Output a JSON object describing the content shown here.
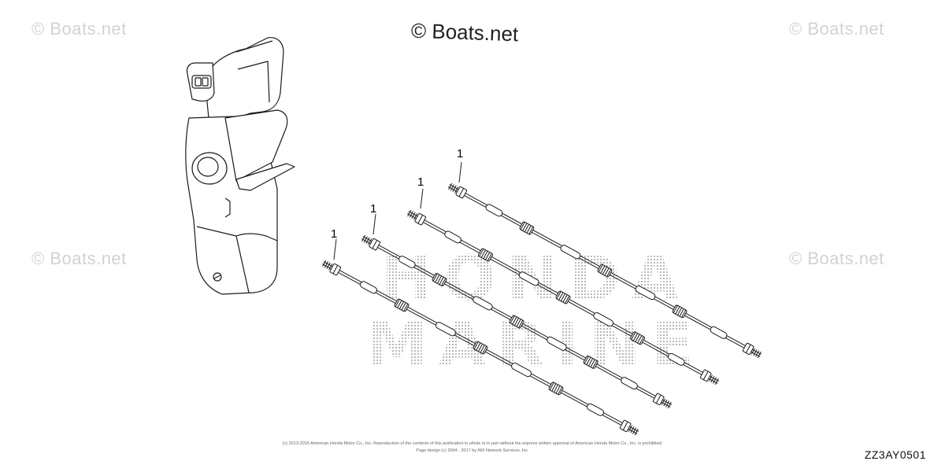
{
  "watermark": {
    "corner_text": "© Boats.net",
    "center_text": "© Boats.net"
  },
  "background_brand": {
    "line1": "HONDA",
    "line2": "MARINE"
  },
  "parts": [
    {
      "callout": "1"
    },
    {
      "callout": "1"
    },
    {
      "callout": "1"
    },
    {
      "callout": "1"
    }
  ],
  "footer": {
    "copyright_line1": "(c) 2013-2015 American Honda Motor Co., Inc. Reproduction of the contents of this publication in whole or in part without the express written approval of American Honda Motor Co., Inc. is prohibited.",
    "copyright_line2": "Page design (c) 2004 - 2017 by ARI Network Services, Inc.",
    "diagram_code": "ZZ3AY0501"
  },
  "colors": {
    "line_art": "#1a1a1a",
    "watermark": "#d2d2d2",
    "background": "#ffffff"
  }
}
